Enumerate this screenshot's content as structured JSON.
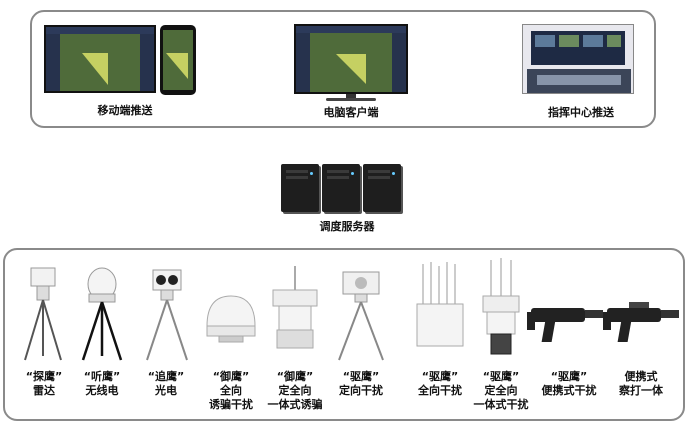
{
  "top": {
    "mobile_label": "移动端推送",
    "pc_label": "电脑客户端",
    "command_label": "指挥中心推送"
  },
  "server": {
    "label": "调度服务器"
  },
  "devices": [
    {
      "line1": "“探鹰”",
      "line2": "雷达"
    },
    {
      "line1": "“听鹰”",
      "line2": "无线电"
    },
    {
      "line1": "“追鹰”",
      "line2": "光电"
    },
    {
      "line1": "“御鹰”",
      "line2": "全向",
      "line3": "诱骗干扰"
    },
    {
      "line1": "“御鹰”",
      "line2": "定全向",
      "line3": "一体式诱骗"
    },
    {
      "line1": "“驱鹰”",
      "line2": "定向干扰"
    },
    {
      "line1": "“驱鹰”",
      "line2": "全向干扰"
    },
    {
      "line1": "“驱鹰”",
      "line2": "定全向",
      "line3": "一体式干扰"
    },
    {
      "line1": "“驱鹰”",
      "line2": "便携式干扰"
    },
    {
      "line1": "便携式",
      "line2": "察打一体"
    }
  ],
  "colors": {
    "panel_border": "#8a8a8a",
    "screen_bg": "#1b1f2b",
    "server_body": "#1e1e1e"
  }
}
